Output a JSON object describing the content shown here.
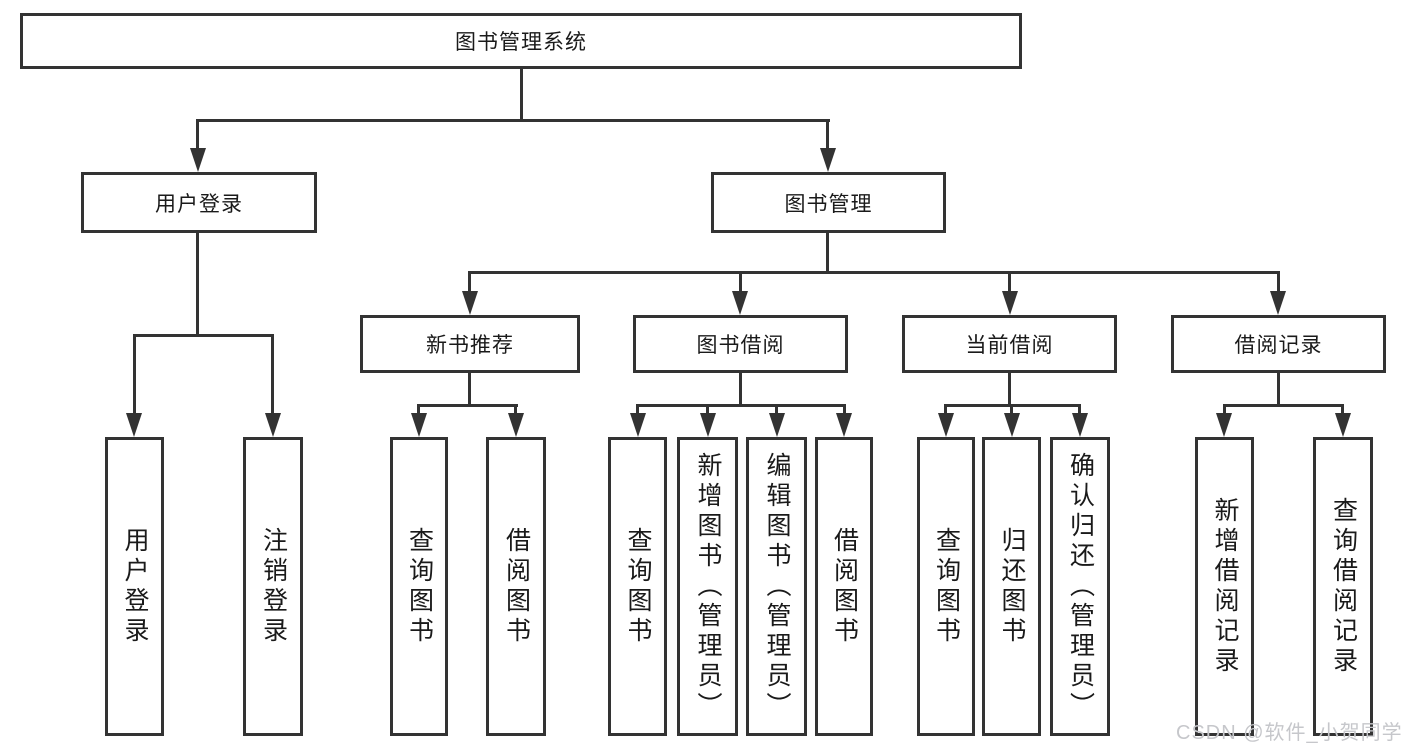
{
  "diagram": {
    "root": "图书管理系统",
    "branches": [
      {
        "label": "用户登录",
        "children": [
          "用户登录",
          "注销登录"
        ]
      },
      {
        "label": "图书管理",
        "sections": [
          {
            "label": "新书推荐",
            "children": [
              "查询图书",
              "借阅图书"
            ]
          },
          {
            "label": "图书借阅",
            "children": [
              "查询图书",
              "新增图书（管理员）",
              "编辑图书（管理员）",
              "借阅图书"
            ]
          },
          {
            "label": "当前借阅",
            "children": [
              "查询图书",
              "归还图书",
              "确认归还（管理员）"
            ]
          },
          {
            "label": "借阅记录",
            "children": [
              "新增借阅记录",
              "查询借阅记录"
            ]
          }
        ]
      }
    ]
  },
  "watermark": {
    "text": "CSDN @软件_小贺同学",
    "color": "#c6c7cb"
  },
  "colors": {
    "line": "#333333",
    "box_border": "#333333",
    "background": "#ffffff",
    "text": "#1a1a1a"
  }
}
